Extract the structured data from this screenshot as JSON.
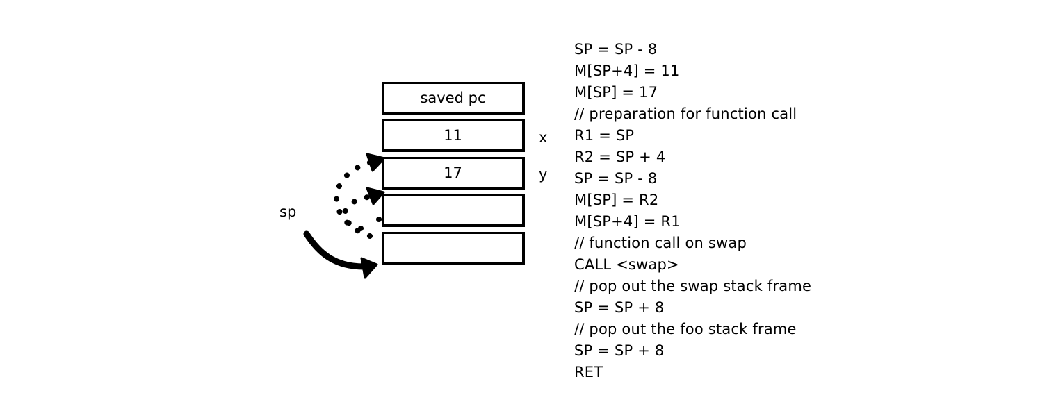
{
  "stack": {
    "slots": [
      {
        "value": "saved pc",
        "label": ""
      },
      {
        "value": "11",
        "label": "x"
      },
      {
        "value": "17",
        "label": "y"
      },
      {
        "value": "",
        "label": ""
      },
      {
        "value": "",
        "label": ""
      }
    ],
    "pointer_label": "sp"
  },
  "code_lines": [
    "SP = SP - 8",
    "M[SP+4] = 11",
    "M[SP] = 17",
    "// preparation for function call",
    "R1 = SP",
    "R2 = SP + 4",
    "SP = SP - 8",
    "M[SP] = R2",
    "M[SP+4] = R1",
    "// function call on swap",
    "CALL <swap>",
    "// pop out the swap stack frame",
    "SP = SP + 8",
    "// pop out the foo stack frame",
    "SP = SP + 8",
    "RET"
  ],
  "colors": {
    "ink": "#000000",
    "background": "#ffffff"
  }
}
